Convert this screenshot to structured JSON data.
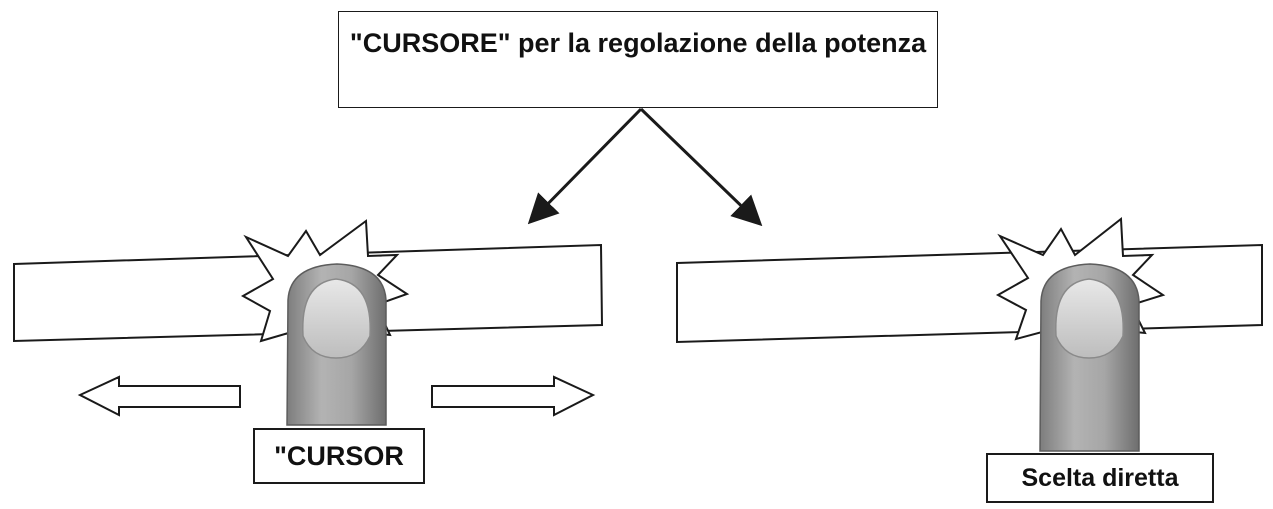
{
  "title": "\"CURSORE\" per la regolazione della potenza",
  "left_panel": {
    "caption": "\"CURSOR",
    "gesture": "slide-left-right"
  },
  "right_panel": {
    "caption": "Scelta diretta",
    "gesture": "tap"
  },
  "colors": {
    "line": "#1a1a1a",
    "finger": "#9a9a9a",
    "nail": "#cfcfcf",
    "background": "#ffffff"
  }
}
